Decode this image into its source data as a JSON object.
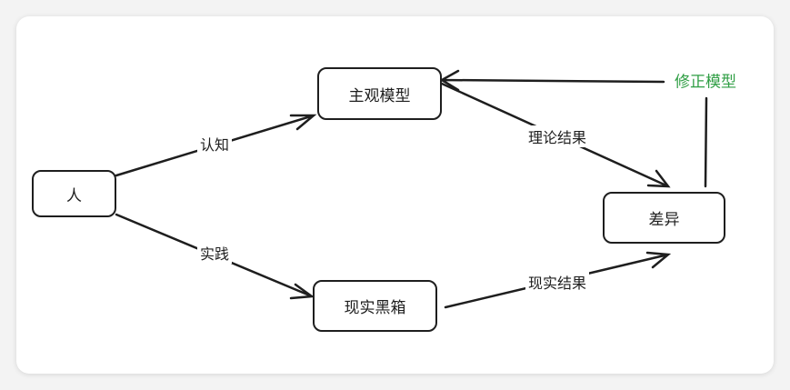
{
  "nodes": {
    "person": "人",
    "model": "主观模型",
    "blackbox": "现实黑箱",
    "diff": "差异"
  },
  "edges": {
    "cognition": "认知",
    "practice": "实践",
    "theory_result": "理论结果",
    "real_result": "现实结果",
    "correct_model": "修正模型"
  },
  "colors": {
    "stroke": "#1e1e1e",
    "correction": "#2f9e44"
  }
}
